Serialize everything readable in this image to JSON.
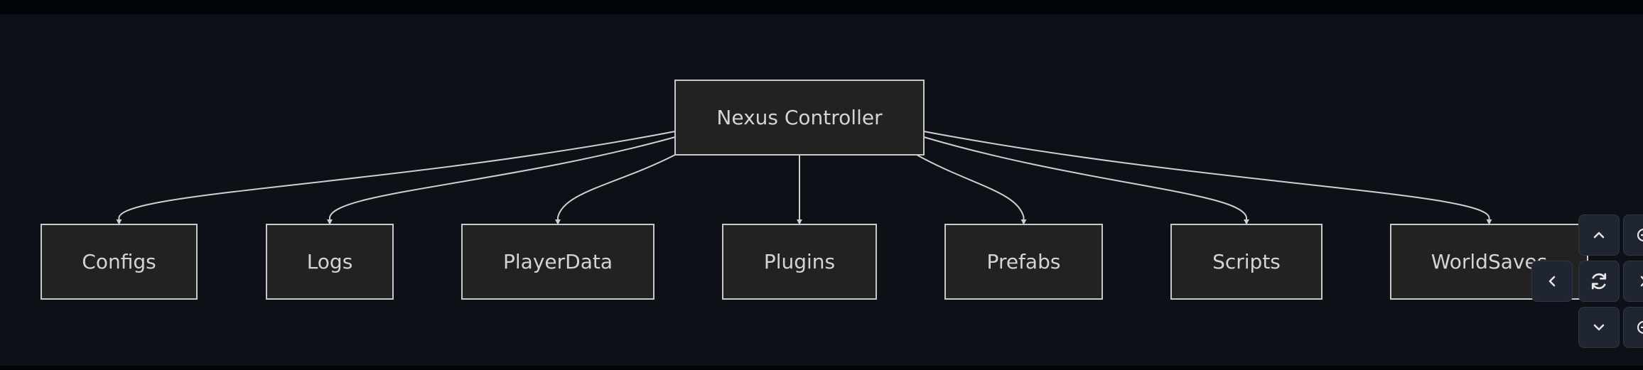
{
  "diagram": {
    "root": {
      "id": "root",
      "label": "Nexus Controller"
    },
    "children": [
      {
        "id": "configs",
        "label": "Configs"
      },
      {
        "id": "logs",
        "label": "Logs"
      },
      {
        "id": "playerdata",
        "label": "PlayerData"
      },
      {
        "id": "plugins",
        "label": "Plugins"
      },
      {
        "id": "prefabs",
        "label": "Prefabs"
      },
      {
        "id": "scripts",
        "label": "Scripts"
      },
      {
        "id": "worldsaves",
        "label": "WorldSaves"
      }
    ]
  },
  "controls": {
    "buttons": [
      {
        "name": "pan-up-button",
        "icon": "chevron-up-icon"
      },
      {
        "name": "zoom-in-button",
        "icon": "zoom-in-icon"
      },
      {
        "name": "pan-left-button",
        "icon": "chevron-left-icon"
      },
      {
        "name": "reset-view-button",
        "icon": "refresh-icon"
      },
      {
        "name": "pan-right-button",
        "icon": "chevron-right-icon"
      },
      {
        "name": "pan-down-button",
        "icon": "chevron-down-icon"
      },
      {
        "name": "zoom-out-button",
        "icon": "zoom-out-icon"
      }
    ]
  },
  "colors": {
    "background": "#0d1117",
    "node_fill": "#222222",
    "node_stroke": "#c8c8c8",
    "edge": "#cfcfcf",
    "text": "#d4d4d4",
    "control_bg": "#202631"
  }
}
